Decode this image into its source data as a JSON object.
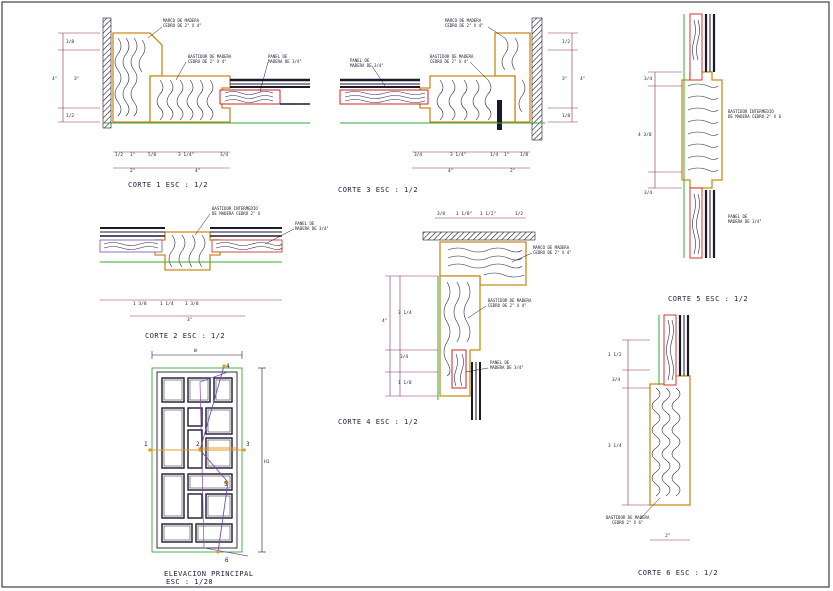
{
  "colors": {
    "frame": "#1a1a2e",
    "wood_outline": "#c98a1a",
    "grain": "#2a2a4a",
    "dim_line": "#8a2a5a",
    "panel_edge": "#cc2222",
    "base_line": "#33aa33",
    "cut_line": "#7a4ab8",
    "arrow": "#e89a20"
  },
  "captions": {
    "c1": "CORTE  1    ESC : 1/2",
    "c2": "CORTE  2    ESC : 1/2",
    "c3": "CORTE  3    ESC : 1/2",
    "c4": "CORTE  4    ESC : 1/2",
    "c5": "CORTE  5    ESC : 1/2",
    "c6": "CORTE  6    ESC : 1/2",
    "elev1": "ELEVACION PRINCIPAL",
    "elev2": "ESC : 1/20"
  },
  "labels": {
    "marco_1a": "MARCO DE MADERA",
    "marco_1b": "CEDRO DE 2\" X 4\"",
    "bast_1a": "BASTIDOR DE MADERA",
    "bast_1b": "CEDRO DE 2\" X 4\"",
    "panel_1a": "PANEL DE",
    "panel_1b": "MADERA DE 3/4\"",
    "marco_3a": "MARCO DE MADERA",
    "marco_3b": "CEDRO DE 2\" X 4\"",
    "panel_3a": "PANEL DE",
    "panel_3b": "MADERA DE 3/4\"",
    "bast_3a": "BASTIDOR DE MADERA",
    "bast_3b": "CEDRO DE 2\" X 4\"",
    "bast_2a": "BASTIDOR INTERMEDIO",
    "bast_2b": "DE MADERA CEDRO  2\" X",
    "panel_2a": "PANEL DE",
    "panel_2b": "MADERA DE 3/4\"",
    "marco_4a": "MARCO DE MADERA",
    "marco_4b": "CEDRO DE 2\" X 4\"",
    "bast_4a": "BASTIDOR DE MADERA",
    "bast_4b": "CEDRO DE 2\" X 4\"",
    "panel_4a": "PANEL DE",
    "panel_4b": "MADERA DE 3/4\"",
    "bast_5a": "BASTIDOR INTERMEDIO",
    "bast_5b": "DE MADERA CEDRO  2\" X 6",
    "panel_5a": "PANEL DE",
    "panel_5b": "MADERA DE 3/4\"",
    "bast_6a": "BASTIDOR DE MADERA",
    "bast_6b": "CEDRO  2\" X 6\""
  },
  "dims": {
    "c1_v1": "3/8",
    "c1_v2": "4\"",
    "c1_v3": "3\"",
    "c1_v4": "1/2",
    "c1_h1": "1/2",
    "c1_h2": "1\"",
    "c1_h3": "5/8",
    "c1_h4": "3 1/4\"",
    "c1_h5": "3/4",
    "c1_h6": "2\"",
    "c1_h7": "4\"",
    "c3_v1": "1/2",
    "c3_v2": "3\"",
    "c3_v3": "4\"",
    "c3_v4": "1/8",
    "c3_h1": "3/4",
    "c3_h2": "3 1/4\"",
    "c3_h3": "1/4",
    "c3_h4": "1\"",
    "c3_h5": "1/8",
    "c3_h6": "4\"",
    "c3_h7": "2\"",
    "c2_h1": "1 3/8",
    "c2_h2": "1 1/4",
    "c2_h3": "1 3/8",
    "c2_h4": "3\"",
    "c4_h1": "3/8",
    "c4_h2": "1 1/8\"",
    "c4_h3": "1 1/2\"",
    "c4_h4": "1/2",
    "c4_v1": "4\"",
    "c4_v2": "3 1/4",
    "c4_v3": "3/4",
    "c4_v4": "1 1/8",
    "c5_v1": "3/4",
    "c5_v2": "4 3/8",
    "c5_v3": "3/4",
    "c6_v1": "1 1/2",
    "c6_v2": "3/4",
    "c6_v3": "3 1/4",
    "c6_h1": "2\"",
    "elev_w": "W",
    "elev_h": "H1",
    "cut1": "1",
    "cut2": "2",
    "cut3": "3",
    "cut4": "4",
    "cut5": "5",
    "cut6": "6"
  }
}
